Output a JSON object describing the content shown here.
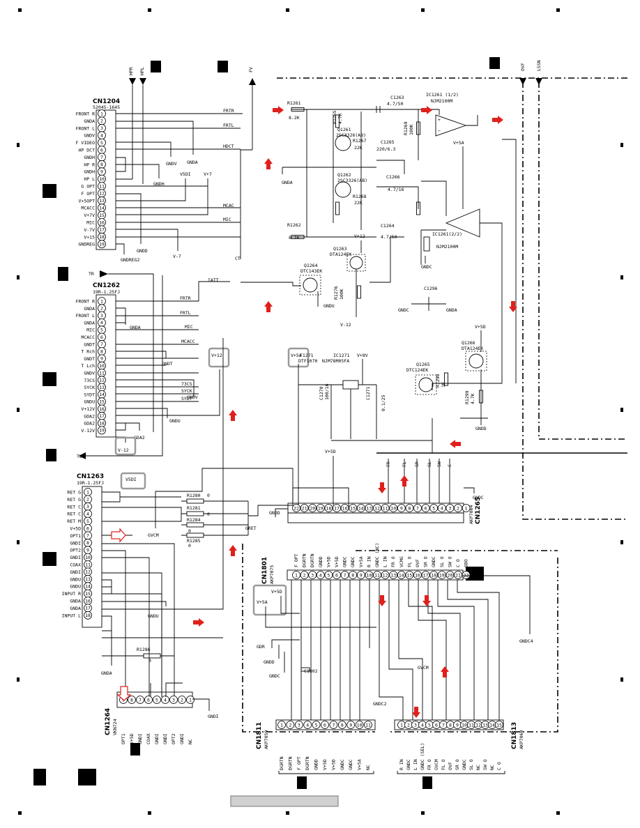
{
  "cn1204": {
    "ref": "CN1204",
    "part": "52045-1645",
    "pins": [
      {
        "n": "1",
        "label": "FRONT R"
      },
      {
        "n": "2",
        "label": "GNDA"
      },
      {
        "n": "3",
        "label": "FRONT L"
      },
      {
        "n": "4",
        "label": "GNDV"
      },
      {
        "n": "5",
        "label": "F VIDEO"
      },
      {
        "n": "6",
        "label": "HP DCT"
      },
      {
        "n": "7",
        "label": "GNDH"
      },
      {
        "n": "8",
        "label": "HP R"
      },
      {
        "n": "9",
        "label": "GNDH"
      },
      {
        "n": "10",
        "label": "HP L"
      },
      {
        "n": "11",
        "label": "G OPT"
      },
      {
        "n": "12",
        "label": "F OPT"
      },
      {
        "n": "13",
        "label": "V+5OPT"
      },
      {
        "n": "14",
        "label": "MCACC"
      },
      {
        "n": "15",
        "label": "V+7V"
      },
      {
        "n": "16",
        "label": "MIC"
      },
      {
        "n": "17",
        "label": "V-7V"
      },
      {
        "n": "18",
        "label": "V+15"
      },
      {
        "n": "19",
        "label": "GNDREG"
      }
    ]
  },
  "cn1262": {
    "ref": "CN1262",
    "part": "19R-1.25FJ",
    "pins": [
      {
        "n": "1",
        "label": "FRONT R"
      },
      {
        "n": "2",
        "label": "GNDA"
      },
      {
        "n": "3",
        "label": "FRONT L"
      },
      {
        "n": "4",
        "label": "GNDA"
      },
      {
        "n": "5",
        "label": "MIC"
      },
      {
        "n": "6",
        "label": "MCACC"
      },
      {
        "n": "7",
        "label": "GNDT"
      },
      {
        "n": "8",
        "label": "T Rch"
      },
      {
        "n": "9",
        "label": "GNDT"
      },
      {
        "n": "10",
        "label": "T Lch"
      },
      {
        "n": "11",
        "label": "GNDV"
      },
      {
        "n": "12",
        "label": "73CS"
      },
      {
        "n": "13",
        "label": "SYCK"
      },
      {
        "n": "14",
        "label": "SYDT"
      },
      {
        "n": "15",
        "label": "GNDU"
      },
      {
        "n": "16",
        "label": "V+12V"
      },
      {
        "n": "17",
        "label": "GDA2"
      },
      {
        "n": "18",
        "label": "GDA2"
      },
      {
        "n": "19",
        "label": "V-12V"
      }
    ]
  },
  "cn1263": {
    "ref": "CN1263",
    "part": "19R-1.25FJ",
    "pins": [
      {
        "n": "1",
        "label": "RET G"
      },
      {
        "n": "2",
        "label": "RET G"
      },
      {
        "n": "3",
        "label": "RET C"
      },
      {
        "n": "4",
        "label": "RET C"
      },
      {
        "n": "5",
        "label": "RET M"
      },
      {
        "n": "6",
        "label": "V+5D"
      },
      {
        "n": "7",
        "label": "OPT1"
      },
      {
        "n": "8",
        "label": "GNDI"
      },
      {
        "n": "9",
        "label": "OPT2"
      },
      {
        "n": "10",
        "label": "GNDI"
      },
      {
        "n": "11",
        "label": "COAX"
      },
      {
        "n": "12",
        "label": "GNDI"
      },
      {
        "n": "13",
        "label": "GNDU"
      },
      {
        "n": "14",
        "label": "GNDU"
      },
      {
        "n": "15",
        "label": "INPUT R"
      },
      {
        "n": "16",
        "label": "GNDA"
      },
      {
        "n": "17",
        "label": "GNDA"
      },
      {
        "n": "18",
        "label": "INPUT L"
      }
    ]
  },
  "cn1264": {
    "ref": "CN1264",
    "part": "VKN724",
    "pins": [
      "OPT1",
      "V+5D",
      "GNDI",
      "COAX",
      "GNDI",
      "GNDI",
      "OPT2",
      "GNDI",
      "NC"
    ]
  },
  "cn1801": {
    "ref": "CN1801",
    "part": "AKP7075",
    "pins": [
      "F OPT",
      "DGRTN",
      "DGRTN",
      "GNDD",
      "V+5D",
      "V+5D",
      "GNDC",
      "GNDC",
      "V+5A",
      "R IN",
      "GNDC (NC)",
      "L IN",
      "FR O",
      "VCMG",
      "FL O",
      "OVF",
      "SR O",
      "GNDC",
      "SL O",
      "SW O",
      "C O",
      "SBO"
    ]
  },
  "cn1265": {
    "ref": "CN1265",
    "part": "AKP7064"
  },
  "cn1811": {
    "ref": "CN1811",
    "part": "AKP7059",
    "pins": [
      "DGRTN",
      "DGRTN",
      "F OPT",
      "DGRTN",
      "GNDD",
      "V+5D",
      "V+5D",
      "GNDC",
      "GNDC",
      "V+5A",
      "NC"
    ]
  },
  "cn1813": {
    "ref": "CN1813",
    "part": "AKP7060",
    "pins": [
      "R IN",
      "GNDC",
      "L IN",
      "GNDC (SEL)",
      "FR O",
      "GVCM",
      "FL O",
      "OVF",
      "SR O",
      "GNDC",
      "SL O",
      "NC",
      "SW O",
      "NC",
      "C O"
    ]
  },
  "ic1261": {
    "ref_a": "IC1261 (1/2)",
    "part": "NJM2100M",
    "ref_b": "IC1261(2/2)"
  },
  "ic1271": {
    "ref": "IC1271",
    "part": "NJM78M05FA"
  },
  "transistors": [
    {
      "ref": "Q1261",
      "part": "2SC3326(AB)"
    },
    {
      "ref": "Q1262",
      "part": "2SC3326(AB)"
    },
    {
      "ref": "Q1263",
      "part": "DTA124EK"
    },
    {
      "ref": "Q1264",
      "part": "DTC143EK"
    },
    {
      "ref": "Q1265",
      "part": "DTC124EK"
    },
    {
      "ref": "Q1266",
      "part": "DTA124EK"
    }
  ],
  "resistors": [
    {
      "ref": "R1261",
      "value": "8.2K"
    },
    {
      "ref": "R1262",
      "value": "8.2K"
    },
    {
      "ref": "R1265",
      "value": "4.7K"
    },
    {
      "ref": "R1267",
      "value": "22K"
    },
    {
      "ref": "R1268",
      "value": "22K"
    },
    {
      "ref": "R1269",
      "value": "100K"
    },
    {
      "ref": "R1276",
      "value": "100K"
    },
    {
      "ref": "R1286",
      "value": "0"
    },
    {
      "ref": "R1280",
      "value": "0"
    },
    {
      "ref": "R1281",
      "value": "0"
    },
    {
      "ref": "R1284",
      "value": "0"
    },
    {
      "ref": "R1285",
      "value": "0"
    },
    {
      "ref": "R1298",
      "value": "1K"
    },
    {
      "ref": "R1299",
      "value": "4.7K"
    }
  ],
  "capacitors": [
    {
      "ref": "C1263",
      "value": "4.7/50"
    },
    {
      "ref": "C1264",
      "value": "4.7/50"
    },
    {
      "ref": "C1265",
      "value": "220/6.3"
    },
    {
      "ref": "C1266",
      "value": "4.7/16"
    },
    {
      "ref": "C1270",
      "value": "100/16"
    },
    {
      "ref": "C1271",
      "value": "0.1/25"
    },
    {
      "ref": "C1296",
      "value": ""
    }
  ],
  "other_parts": [
    {
      "ref": "F1271",
      "value": "DTF1070"
    }
  ],
  "nets": {
    "frtr": "FRTR",
    "frtl": "FRTL",
    "hdct": "HDCT",
    "mcac": "MCAC",
    "mic": "MIC",
    "ct": "CT",
    "iatt": "IATT",
    "73cs": "73CS",
    "syck": "SYCK",
    "sydt": "SYDT",
    "mcacc": "MCACC",
    "v5di": "V5DI",
    "v7": "V+7",
    "vm7": "V-7",
    "v12": "V+12",
    "vm12": "V-12",
    "v5a": "V+5A",
    "v5d": "V+5D",
    "v8v": "V+8V",
    "gndv": "GNDV",
    "gnda": "GNDA",
    "gndh": "GNDH",
    "gndd": "GNDD",
    "gndreg2": "GNDREG2",
    "gndt": "GNDT",
    "gndu": "GNDU",
    "gda2": "GDA2",
    "gndc": "GNDC",
    "gvcm": "GVCM",
    "gret": "GRET",
    "gndi": "GNDI",
    "gndc4": "GNDC4",
    "gdr": "GDR",
    "gndc2": "GNDC2"
  },
  "flags": {
    "hpr": "HPR",
    "hpl": "HPL",
    "fv": "FV",
    "ovf": "OVF",
    "lssn": "LSSN",
    "tr": "TR",
    "tl": "TL"
  },
  "outputs": [
    "FR",
    "FL",
    "SR",
    "SL",
    "SW",
    "C"
  ]
}
